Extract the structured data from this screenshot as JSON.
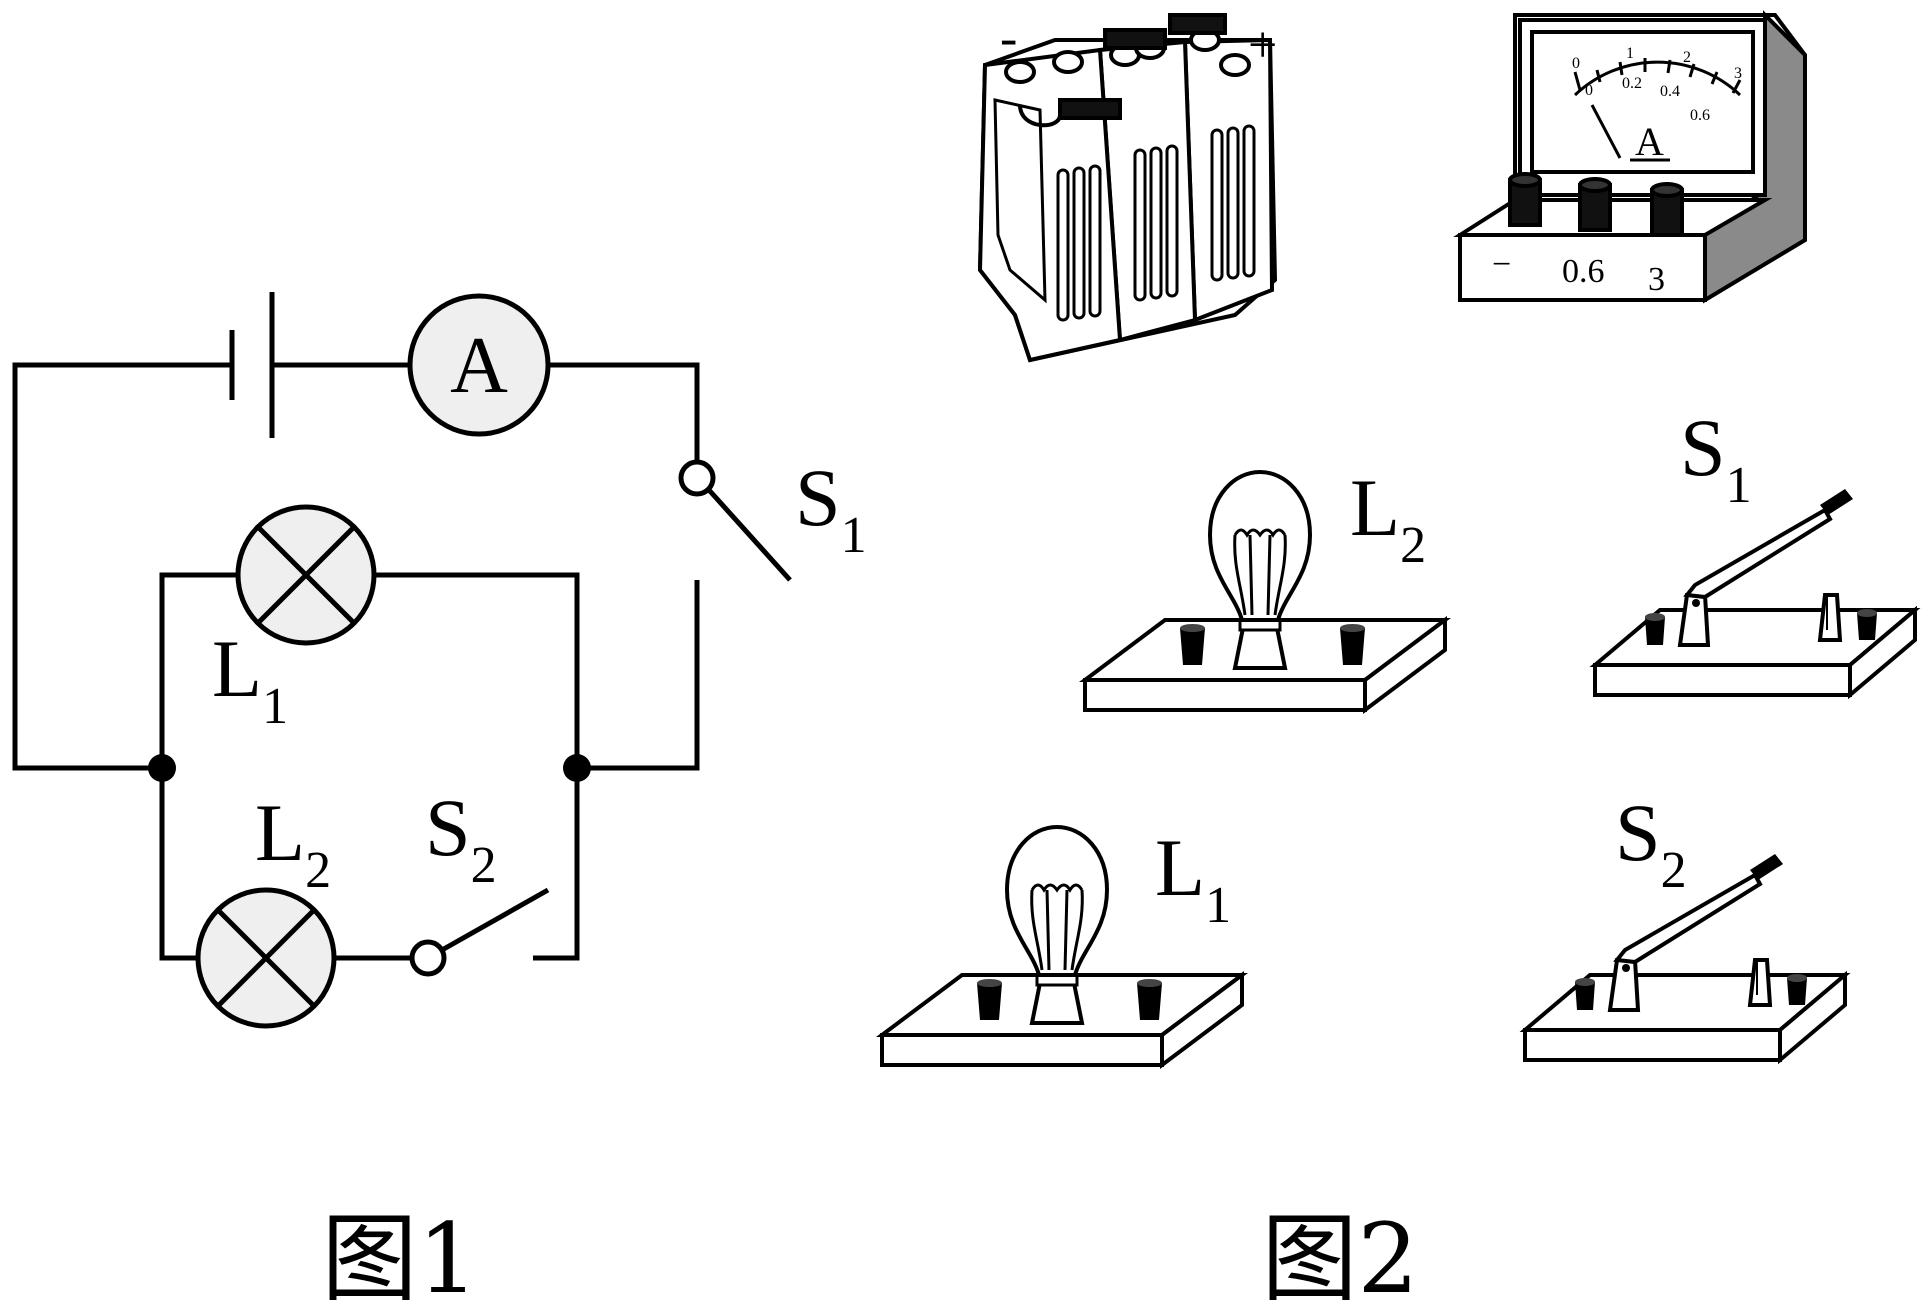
{
  "figure1": {
    "caption": "图1",
    "ammeter_symbol": "A",
    "labels": {
      "s1": {
        "main": "S",
        "sub": "1"
      },
      "l1": {
        "main": "L",
        "sub": "1"
      },
      "l2": {
        "main": "L",
        "sub": "2"
      },
      "s2": {
        "main": "S",
        "sub": "2"
      }
    }
  },
  "figure2": {
    "caption": "图2",
    "battery": {
      "negative": "-",
      "positive": "+"
    },
    "ammeter": {
      "symbol": "A",
      "scale_top": [
        "0",
        "1",
        "2",
        "3"
      ],
      "scale_bottom": [
        "0",
        "0.2",
        "0.4",
        "0.6"
      ],
      "terminals": [
        "−",
        "0.6",
        "3"
      ]
    },
    "labels": {
      "l2": {
        "main": "L",
        "sub": "2"
      },
      "s1": {
        "main": "S",
        "sub": "1"
      },
      "l1": {
        "main": "L",
        "sub": "1"
      },
      "s2": {
        "main": "S",
        "sub": "2"
      }
    }
  }
}
